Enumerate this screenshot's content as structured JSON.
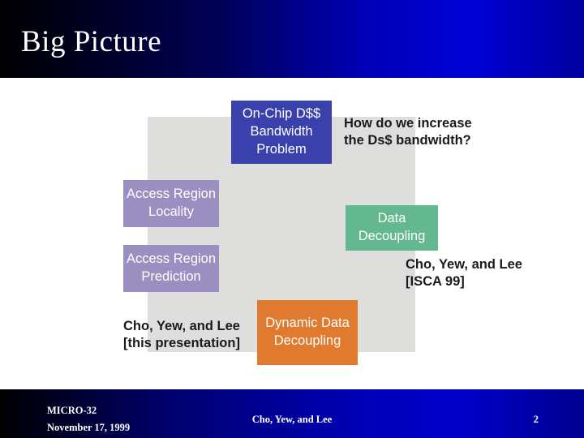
{
  "slide": {
    "title": "Big Picture",
    "colors": {
      "header_blue": "#0000b4",
      "panel_grey": "#dededd",
      "box_onchip": "#3a41ad",
      "box_locality": "#9a8fc0",
      "box_prediction": "#9a8fc0",
      "box_data_decoupling": "#64b88f",
      "box_dynamic": "#e07a2f",
      "text_dark": "#1a1a1a",
      "text_light": "#ffffff"
    }
  },
  "diagram": {
    "boxes": [
      {
        "id": "on-chip-dss-bandwidth-problem",
        "label": "On-Chip D$$\nBandwidth\nProblem"
      },
      {
        "id": "access-region-locality",
        "label": "Access Region\nLocality"
      },
      {
        "id": "access-region-prediction",
        "label": "Access Region\nPrediction"
      },
      {
        "id": "data-decoupling",
        "label": "Data\nDecoupling"
      },
      {
        "id": "dynamic-data-decoupling",
        "label": "Dynamic\nData\nDecoupling"
      }
    ],
    "labels": [
      {
        "id": "bandwidth-question",
        "text": "How do we increase\nthe Ds$ bandwidth?"
      },
      {
        "id": "citation-isca99",
        "text": "Cho, Yew, and Lee\n[ISCA 99]"
      },
      {
        "id": "citation-this-presentation",
        "text": "Cho, Yew, and Lee\n[this presentation]"
      }
    ]
  },
  "footer": {
    "conference": "MICRO-32",
    "date": "November 17, 1999",
    "authors": "Cho, Yew, and Lee",
    "page_number": "2"
  }
}
